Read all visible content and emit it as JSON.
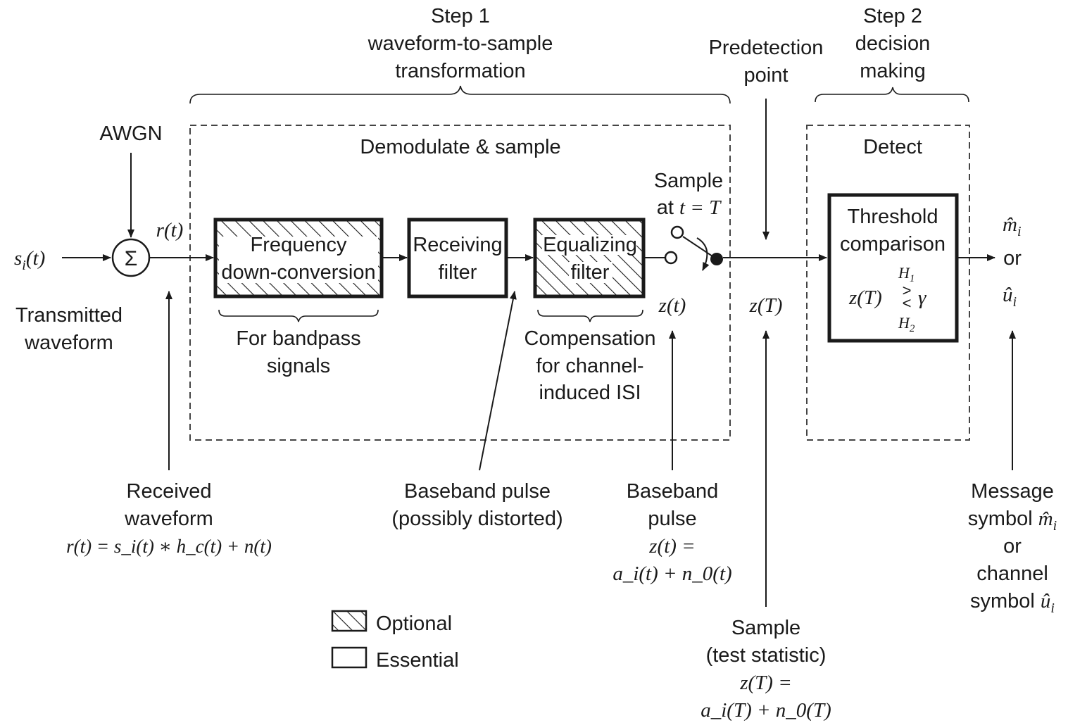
{
  "step1": {
    "line1": "Step 1",
    "line2": "waveform-to-sample",
    "line3": "transformation"
  },
  "step2": {
    "line1": "Step 2",
    "line2": "decision",
    "line3": "making"
  },
  "predetection": {
    "line1": "Predetection",
    "line2": "point"
  },
  "awgn": "AWGN",
  "sum_symbol": "Σ",
  "input_signal": "s_i(t)",
  "received_signal_label": "r(t)",
  "transmitted": {
    "line1": "Transmitted",
    "line2": "waveform"
  },
  "demod_box_title": "Demodulate & sample",
  "detect_box_title": "Detect",
  "blocks": {
    "freq": {
      "line1": "Frequency",
      "line2": "down-conversion"
    },
    "recv": {
      "line1": "Receiving",
      "line2": "filter"
    },
    "equal": {
      "line1": "Equalizing",
      "line2": "filter"
    },
    "threshold": {
      "line1": "Threshold",
      "line2": "comparison",
      "decision_left": "z(T)",
      "decision_right": "γ",
      "h1": "H",
      "h1_sub": "1",
      "h2": "H",
      "h2_sub": "2",
      "relation_top": ">",
      "relation_bottom": "<"
    }
  },
  "sample": {
    "line1": "Sample",
    "line2_prefix": "at ",
    "line2_math": "t = T"
  },
  "z_t": "z(t)",
  "z_T": "z(T)",
  "output": {
    "m_hat": "m̂",
    "m_sub": "i",
    "or": "or",
    "u_hat": "û",
    "u_sub": "i"
  },
  "bandpass_note": {
    "line1": "For bandpass",
    "line2": "signals"
  },
  "isi_note": {
    "line1": "Compensation",
    "line2": "for channel-",
    "line3": "induced ISI"
  },
  "received_note": {
    "line1": "Received",
    "line2": "waveform",
    "equation": "r(t) = s_i(t) ∗ h_c(t)  + n(t)"
  },
  "baseband_distorted_note": {
    "line1": "Baseband pulse",
    "line2": "(possibly distorted)"
  },
  "baseband_note": {
    "line1": "Baseband",
    "line2": "pulse",
    "eq1": "z(t) =",
    "eq2": "a_i(t) + n_0(t)"
  },
  "sample_note": {
    "line1": "Sample",
    "line2": "(test statistic)",
    "eq1": "z(T) =",
    "eq2": "a_i(T) + n_0(T)"
  },
  "message_note": {
    "line1": "Message",
    "line2_prefix": "symbol ",
    "line2_math": "m̂",
    "line2_sub": "i",
    "line3": "or",
    "line4": "channel",
    "line5_prefix": "symbol ",
    "line5_math": "û",
    "line5_sub": "i"
  },
  "legend": {
    "optional": "Optional",
    "essential": "Essential"
  }
}
